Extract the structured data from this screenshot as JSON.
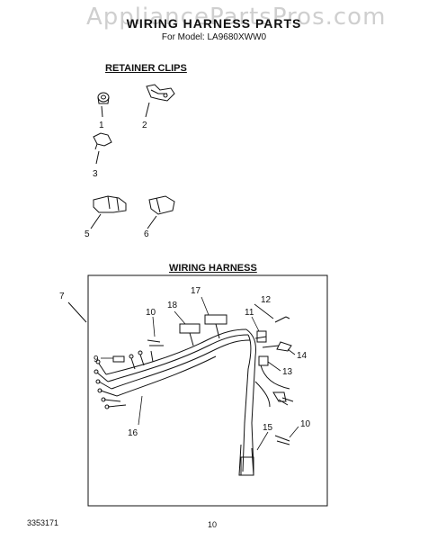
{
  "watermark": "AppliancePartsPros.com",
  "title": "WIRING HARNESS PARTS",
  "model_line": "For Model: LA9680XWW0",
  "sections": {
    "retainer_clips": "RETAINER CLIPS",
    "wiring_harness": "WIRING HARNESS"
  },
  "callouts": {
    "c1": "1",
    "c2": "2",
    "c3": "3",
    "c5": "5",
    "c6": "6",
    "c7": "7",
    "c9": "9",
    "c10a": "10",
    "c10b": "10",
    "c11": "11",
    "c12": "12",
    "c13": "13",
    "c14": "14",
    "c15": "15",
    "c16": "16",
    "c17": "17",
    "c18": "18"
  },
  "footer": {
    "doc_number": "3353171",
    "page_number": "10"
  }
}
